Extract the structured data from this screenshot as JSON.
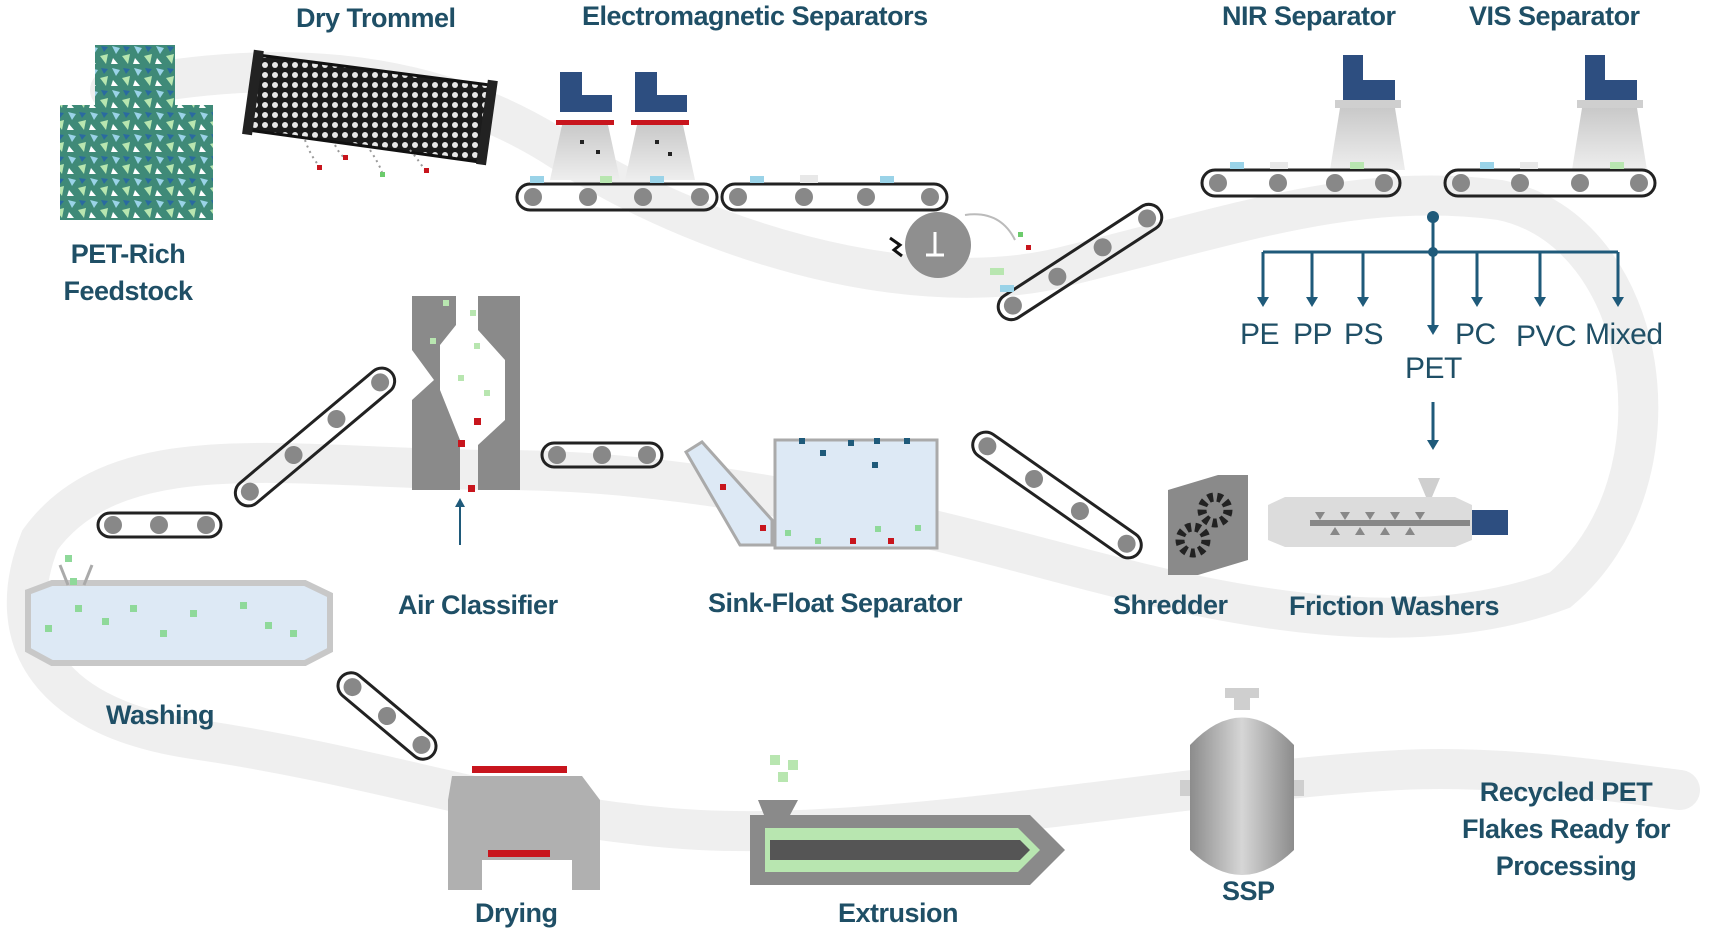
{
  "stages": {
    "feedstock_line1": "PET-Rich",
    "feedstock_line2": "Feedstock",
    "dry_trommel": "Dry Trommel",
    "electromagnetic": "Electromagnetic Separators",
    "nir": "NIR Separator",
    "vis": "VIS Separator",
    "air_classifier": "Air Classifier",
    "sink_float": "Sink-Float Separator",
    "shredder": "Shredder",
    "friction_washers": "Friction Washers",
    "washing": "Washing",
    "drying": "Drying",
    "extrusion": "Extrusion",
    "ssp": "SSP",
    "final_line1": "Recycled PET",
    "final_line2": "Flakes Ready for",
    "final_line3": "Processing"
  },
  "sort_outputs": [
    "PE",
    "PP",
    "PS",
    "PET",
    "PC",
    "PVC",
    "Mixed"
  ],
  "colors": {
    "text": "#1f4f66",
    "path": "#efefef",
    "machine": "#9a9a9a",
    "red": "#c8151d",
    "green": "#8fd99a",
    "water": "#dde9f5",
    "blue_machine": "#2d4e80"
  }
}
